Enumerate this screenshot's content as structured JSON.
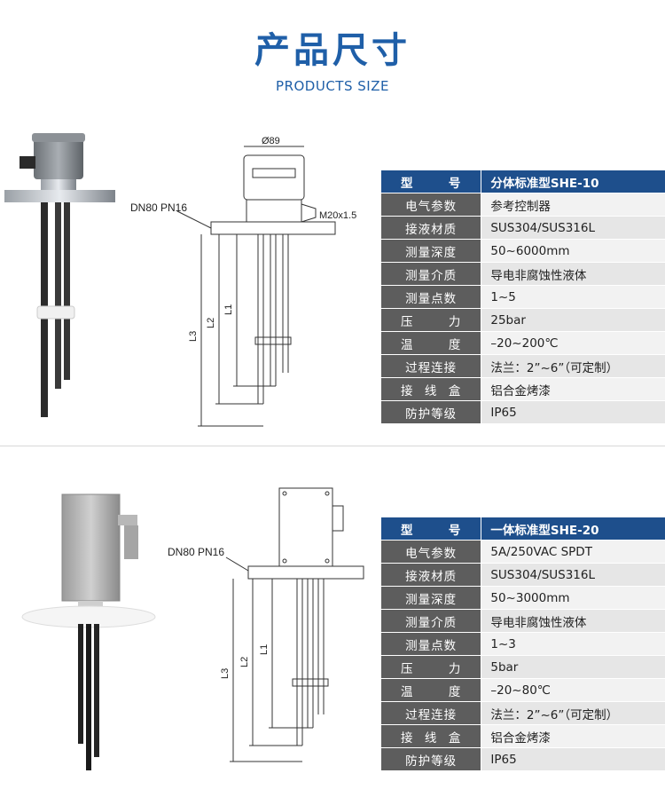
{
  "header": {
    "title": "产品尺寸",
    "subtitle": "PRODUCTS SIZE"
  },
  "products": [
    {
      "drawing": {
        "diameter": "Ø89",
        "flange": "DN80 PN16",
        "thread": "M20x1.5",
        "l1": "L1",
        "l2": "L2",
        "l3": "L3"
      },
      "specs": [
        {
          "k": "型号",
          "v": "分体标准型SHE-10"
        },
        {
          "k": "电气参数",
          "v": "参考控制器"
        },
        {
          "k": "接液材质",
          "v": "SUS304/SUS316L"
        },
        {
          "k": "测量深度",
          "v": "50~6000mm"
        },
        {
          "k": "测量介质",
          "v": "导电非腐蚀性液体"
        },
        {
          "k": "测量点数",
          "v": "1~5"
        },
        {
          "k": "压力",
          "v": "25bar"
        },
        {
          "k": "温度",
          "v": "–20~200℃"
        },
        {
          "k": "过程连接",
          "v": "法兰：2”~6”（可定制）"
        },
        {
          "k": "接线盒",
          "v": "铝合金烤漆"
        },
        {
          "k": "防护等级",
          "v": "IP65"
        }
      ]
    },
    {
      "drawing": {
        "flange": "DN80 PN16",
        "l1": "L1",
        "l2": "L2",
        "l3": "L3"
      },
      "specs": [
        {
          "k": "型号",
          "v": "一体标准型SHE-20"
        },
        {
          "k": "电气参数",
          "v": "5A/250VAC SPDT"
        },
        {
          "k": "接液材质",
          "v": "SUS304/SUS316L"
        },
        {
          "k": "测量深度",
          "v": "50~3000mm"
        },
        {
          "k": "测量介质",
          "v": "导电非腐蚀性液体"
        },
        {
          "k": "测量点数",
          "v": "1~3"
        },
        {
          "k": "压力",
          "v": "5bar"
        },
        {
          "k": "温度",
          "v": "–20~80℃"
        },
        {
          "k": "过程连接",
          "v": "法兰：2”~6”（可定制）"
        },
        {
          "k": "接线盒",
          "v": "铝合金烤漆"
        },
        {
          "k": "防护等级",
          "v": "IP65"
        }
      ]
    }
  ]
}
